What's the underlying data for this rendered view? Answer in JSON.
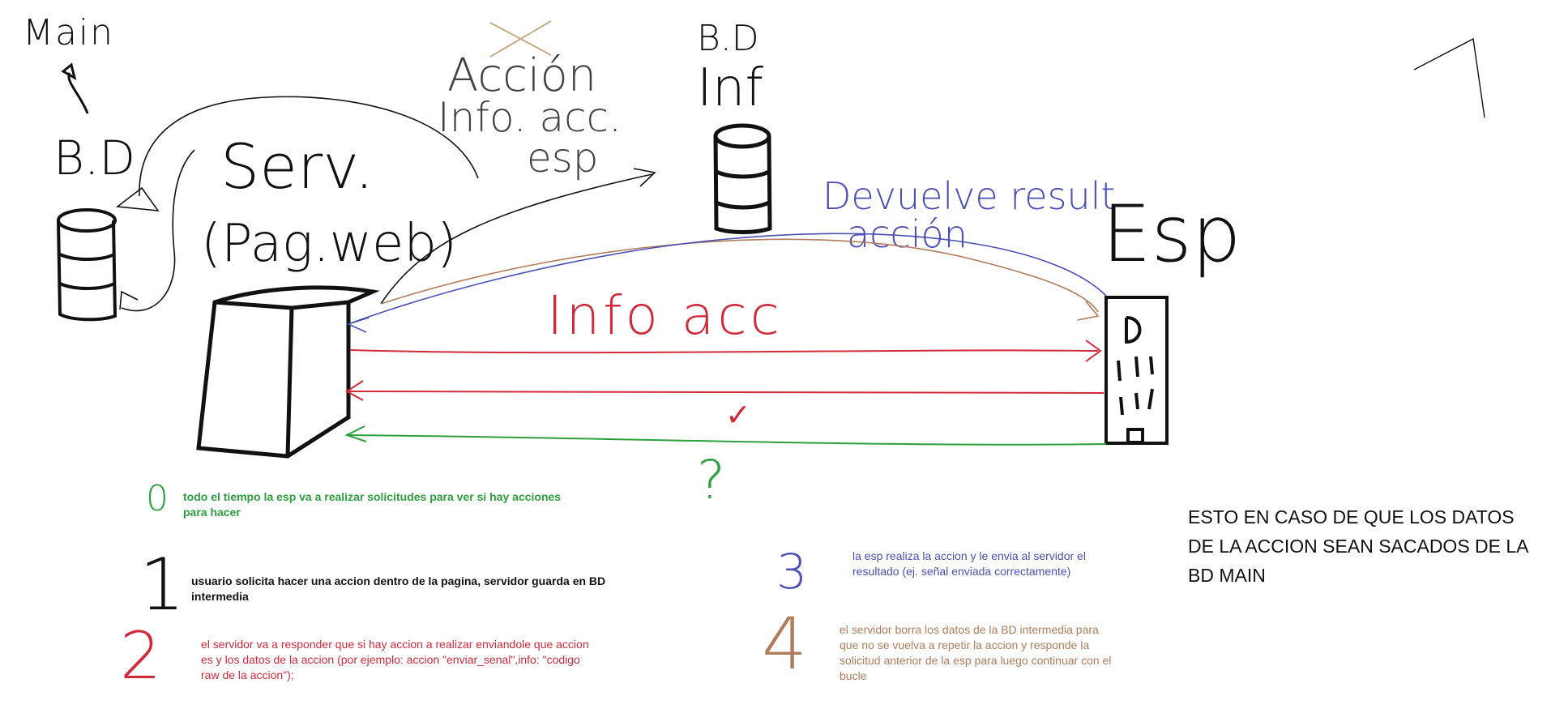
{
  "labels": {
    "main": "Main",
    "bd_left": "B.D",
    "serv": "Serv.",
    "pag_web": "(Pag.web)",
    "accion": "Acción",
    "info_acc_top": "Info. acc.",
    "esp_top": "esp",
    "bd_inf_line1": "B.D",
    "bd_inf_line2": "Inf",
    "devuelve": "Devuelve result",
    "accion_lower": "acción",
    "esp_label": "Esp",
    "info_acc_mid": "Info acc",
    "check": "✓",
    "question": "?"
  },
  "steps": [
    {
      "number": "0",
      "color": "#2e9e3e",
      "text": "todo el tiempo la esp va a realizar solicitudes para ver si hay acciones para hacer"
    },
    {
      "number": "1",
      "color": "#111111",
      "text": "usuario solicita hacer una accion dentro de la pagina, servidor guarda en BD intermedia"
    },
    {
      "number": "2",
      "color": "#d12a3a",
      "text": "el servidor va a responder que si hay accion a realizar enviandole que accion es y los datos de la accion (por ejemplo: accion \"enviar_senal\",info: \"codigo raw de la accion\");"
    },
    {
      "number": "3",
      "color": "#4a4fb5",
      "text": "la esp realiza la accion y le envia al servidor el resultado (ej. señal enviada correctamente)"
    },
    {
      "number": "4",
      "color": "#b07c5c",
      "text": "el servidor borra los datos de la BD intermedia para que no se vuelva a repetir la accion y responde la solicitud anterior de la esp para luego continuar con el bucle"
    }
  ],
  "caption": "ESTO EN CASO DE QUE LOS DATOS DE LA ACCION SEAN SACADOS DE LA BD MAIN",
  "colors": {
    "black": "#111111",
    "red": "#d12a3a",
    "green": "#2e9e3e",
    "blue": "#4a4fb5",
    "brown": "#b07c5c",
    "tan": "#c8a98a"
  }
}
